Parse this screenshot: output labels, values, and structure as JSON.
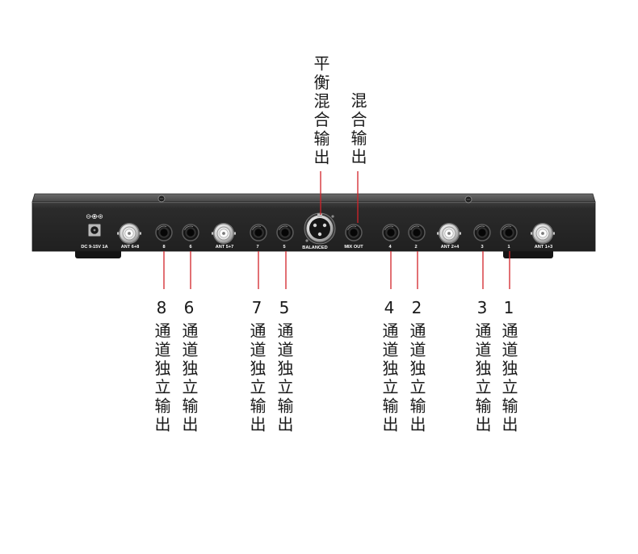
{
  "top_callouts": [
    {
      "label": "平衡混合输出"
    },
    {
      "label": "混合输出"
    }
  ],
  "panel": {
    "power": {
      "label": "DC 9-15V 1A",
      "icon": "dc-polarity-icon"
    },
    "antennas": [
      {
        "label": "ANT 6+8"
      },
      {
        "label": "ANT 5+7"
      },
      {
        "label": "ANT 2+4"
      },
      {
        "label": "ANT 1+3"
      }
    ],
    "jacks": [
      {
        "label": "8"
      },
      {
        "label": "6"
      },
      {
        "label": "7"
      },
      {
        "label": "5"
      },
      {
        "label": "4"
      },
      {
        "label": "2"
      },
      {
        "label": "3"
      },
      {
        "label": "1"
      }
    ],
    "balanced": {
      "label": "BALANCED"
    },
    "mix_out": {
      "label": "MIX OUT"
    },
    "screw_icon": "screw-icon"
  },
  "bottom_callouts": [
    {
      "number": "8",
      "label": "通道独立输出"
    },
    {
      "number": "6",
      "label": "通道独立输出"
    },
    {
      "number": "7",
      "label": "通道独立输出"
    },
    {
      "number": "5",
      "label": "通道独立输出"
    },
    {
      "number": "4",
      "label": "通道独立输出"
    },
    {
      "number": "2",
      "label": "通道独立输出"
    },
    {
      "number": "3",
      "label": "通道独立输出"
    },
    {
      "number": "1",
      "label": "通道独立输出"
    }
  ],
  "colors": {
    "background": "#ffffff",
    "callout_line": "#d2232a",
    "callout_text": "#1a1a1a",
    "panel_face": "#2b2b2b",
    "panel_text": "#ffffff"
  }
}
